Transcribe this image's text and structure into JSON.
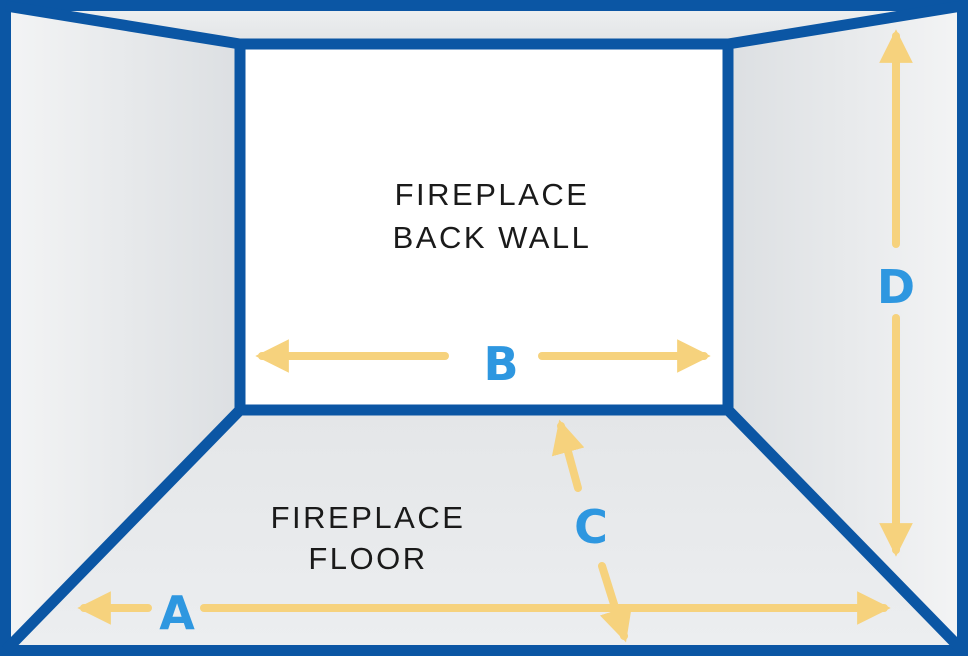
{
  "labels": {
    "back_wall_line1": "FIREPLACE",
    "back_wall_line2": "BACK WALL",
    "floor_line1": "FIREPLACE",
    "floor_line2": "FLOOR"
  },
  "dimensions": {
    "a": "A",
    "b": "B",
    "c": "C",
    "d": "D"
  },
  "colors": {
    "frame": "#0b56a4",
    "arrow": "#f6d27d",
    "letter": "#2e97e0",
    "text": "#1a1a1a",
    "back_wall": "#ffffff",
    "side_wall": "#e3e5e7",
    "floor": "#e6e8ea"
  }
}
